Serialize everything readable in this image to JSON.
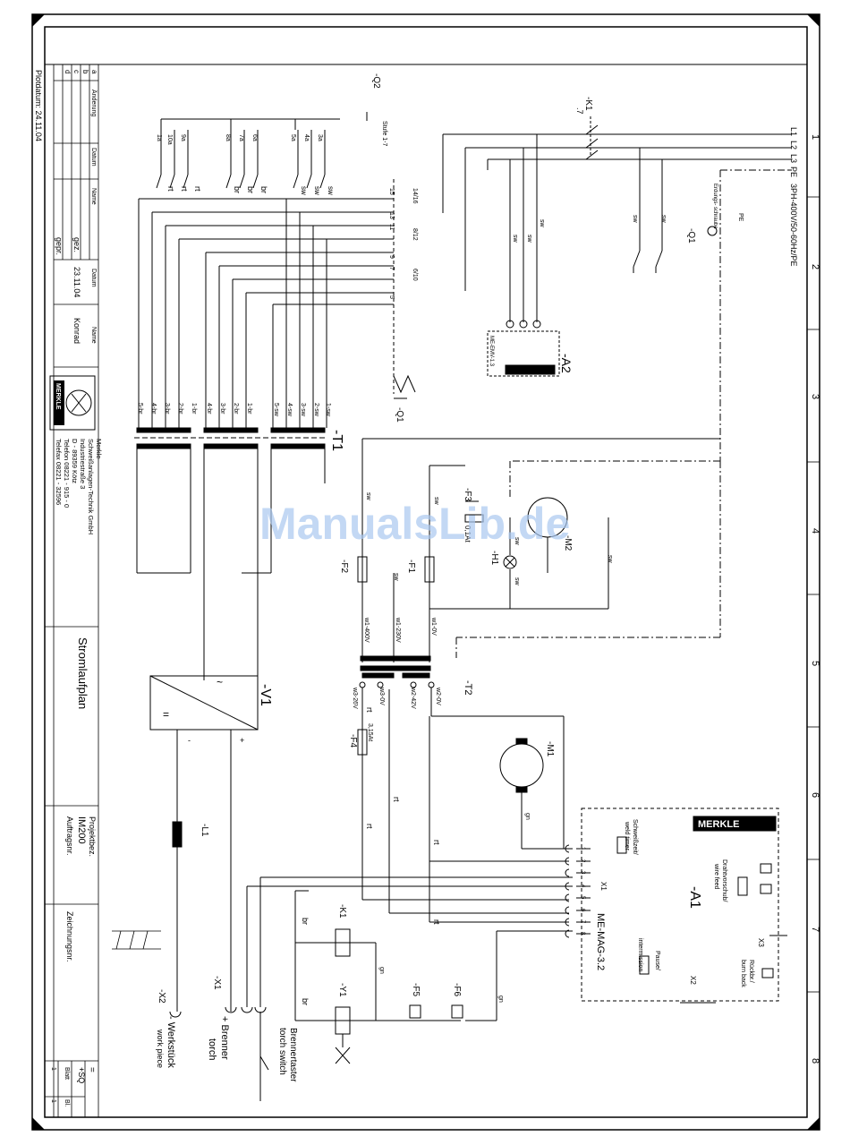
{
  "title_block": {
    "plot_date": "Plotdatum: 24.11.04",
    "revision_rows": [
      "a",
      "b",
      "c",
      "d"
    ],
    "revision_cols": [
      "Änderung",
      "Datum",
      "Name"
    ],
    "data_cols": [
      "Datum",
      "Name"
    ],
    "gez_label": "gez.",
    "gez_date": "23.11.04",
    "gez_name": "Konrad",
    "gepr_label": "gepr.",
    "company_lines": [
      "Merkle",
      "Schweißanlagen-Technik GmbH",
      "Industriestraße 3",
      "D - 89359 Kötz",
      "Telefon 08221 - 915 - 0",
      "Telefax 08221 - 32596"
    ],
    "logo_text": "MERKLE",
    "drawing_title": "Stromlaufplan",
    "project_label": "Projektbez.",
    "project_value": "IM200",
    "order_label": "Auftragsnr.",
    "drawing_no_label": "Zeichnungsnr.",
    "eq": "=",
    "plus_sq": "+SQ",
    "sheet_label": "Blatt",
    "sheet_value": "1",
    "sheets_label": "Bl.",
    "sheets_value": "1"
  },
  "zones": [
    "1",
    "2",
    "3",
    "4",
    "5",
    "6",
    "7",
    "8"
  ],
  "watermark": "ManualsLib.de",
  "components": {
    "Q2": "-Q2",
    "Q2_note": "Stufe 1-7",
    "K1_top": "-K1",
    "K1_top_note": ".7",
    "Q1_top": "-Q1",
    "Q1_mid": "-Q1",
    "A2": "-A2",
    "A2_sub": "ME-EMV-1.3",
    "T1": "-T1",
    "M2": "-M2",
    "F3": "-F3",
    "F3_value": "0,1At",
    "H1": "-H1",
    "F1": "-F1",
    "F2": "-F2",
    "T2": "-T2",
    "V1": "-V1",
    "M1": "-M1",
    "F4": "-F4",
    "F4_value": "3,15At",
    "L1": "-L1",
    "A1": "-A1",
    "A1_sub": "ME-MAG-3.2",
    "K1": "-K1",
    "Y1": "-Y1",
    "F5": "-F5",
    "F6": "-F6",
    "X1": "-X1",
    "X2": "-X2"
  },
  "supply": {
    "lines": [
      "L1",
      "L2",
      "L3",
      "PE"
    ],
    "spec": "3PH-400V/50-60Hz/PE",
    "pe_label": "PE",
    "ground_label": "Erdungs- schraube"
  },
  "text_labels": {
    "tr_prim_ratings": [
      "w1-400V",
      "w1-230V",
      "w1-0V"
    ],
    "tr_sec_ratings": [
      "w3-26V",
      "w3-0V",
      "w2-42V",
      "w2-0V"
    ],
    "t1_taps": [
      "5-br",
      "4-br",
      "3-br",
      "2-br",
      "1-br",
      "4-br",
      "3-br",
      "2-br",
      "1-br",
      "5-sw",
      "4-sw",
      "3-sw",
      "2-sw",
      "1-sw"
    ],
    "step_switch_taps": [
      "1a",
      "10a",
      "9a",
      "8a",
      "7a",
      "6a",
      "5a",
      "4a",
      "3a"
    ],
    "step_switch_positions": [
      "15",
      "14/16",
      "13",
      "11",
      "8/12",
      "9",
      "7",
      "6/10",
      "5"
    ],
    "wire_colors": {
      "rt": "rt",
      "br": "br",
      "sw": "sw",
      "gn": "gn"
    },
    "a1_labels": {
      "weld_timer": [
        "Schweißzeit/",
        "weld timer"
      ],
      "wire_feed": [
        "Drahtvorschub/",
        "wire feed"
      ],
      "pause": [
        "Pause/",
        "intermission"
      ],
      "burnback": [
        "Rückbr./",
        "burn back"
      ],
      "x1": "X1",
      "x2": "X2",
      "x3": "X3",
      "terminals": [
        "1",
        "2",
        "3",
        "4",
        "5",
        "6",
        "7",
        "8"
      ],
      "logo": "MERKLE"
    },
    "torch_switch": [
      "Brennertaster",
      "torch switch"
    ],
    "torch": [
      "+ Brenner",
      "torch"
    ],
    "workpiece": [
      "- Werkstück",
      "work piece"
    ],
    "minus": "-",
    "plus": "+",
    "dc_eq": "=",
    "ac": "~"
  }
}
